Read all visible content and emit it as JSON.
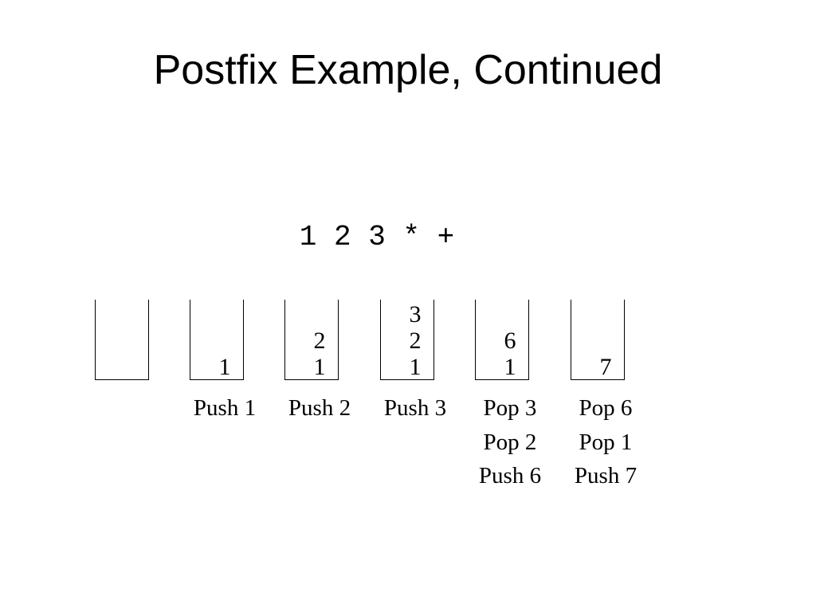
{
  "slide": {
    "title": "Postfix Example, Continued",
    "expression": "1 2 3 * +"
  },
  "stacks": [
    {
      "items": []
    },
    {
      "items": [
        "1"
      ]
    },
    {
      "items": [
        "2",
        "1"
      ]
    },
    {
      "items": [
        "3",
        "2",
        "1"
      ]
    },
    {
      "items": [
        "6",
        "1"
      ]
    },
    {
      "items": [
        "7"
      ]
    }
  ],
  "operations": [
    {
      "lines": []
    },
    {
      "lines": [
        "Push 1"
      ]
    },
    {
      "lines": [
        "Push 2"
      ]
    },
    {
      "lines": [
        "Push 3"
      ]
    },
    {
      "lines": [
        "Pop 3",
        "Pop 2",
        "Push 6"
      ]
    },
    {
      "lines": [
        "Pop 6",
        "Pop 1",
        "Push 7"
      ]
    }
  ]
}
